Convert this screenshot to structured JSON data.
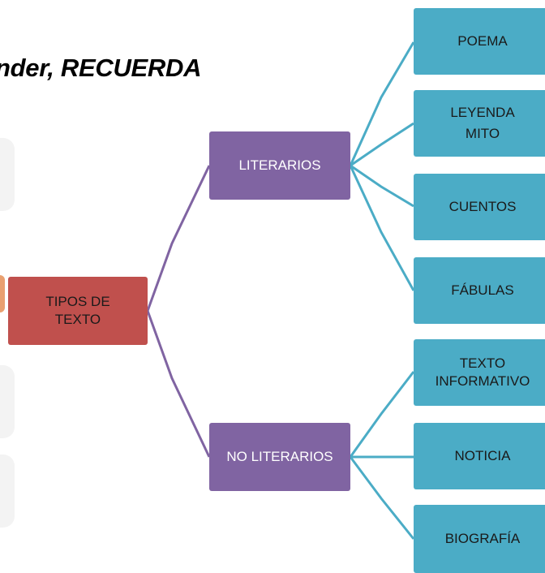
{
  "heading": "nder, RECUERDA",
  "root": {
    "label_line1": "TIPOS DE",
    "label_line2": "TEXTO"
  },
  "categories": [
    {
      "label": "LITERARIOS"
    },
    {
      "label": "NO LITERARIOS"
    }
  ],
  "literary_items": [
    {
      "lines": [
        "POEMA"
      ]
    },
    {
      "lines": [
        "LEYENDA",
        "MITO"
      ]
    },
    {
      "lines": [
        "CUENTOS"
      ]
    },
    {
      "lines": [
        "FÁBULAS"
      ]
    }
  ],
  "nonliterary_items": [
    {
      "lines": [
        "TEXTO",
        "INFORMATIVO"
      ]
    },
    {
      "lines": [
        "NOTICIA"
      ]
    },
    {
      "lines": [
        "BIOGRAFÍA"
      ]
    }
  ],
  "colors": {
    "root": "#c0504d",
    "category": "#8064a2",
    "item": "#4bacc6",
    "connector_category": "#8064a2",
    "connector_item": "#4bacc6"
  }
}
